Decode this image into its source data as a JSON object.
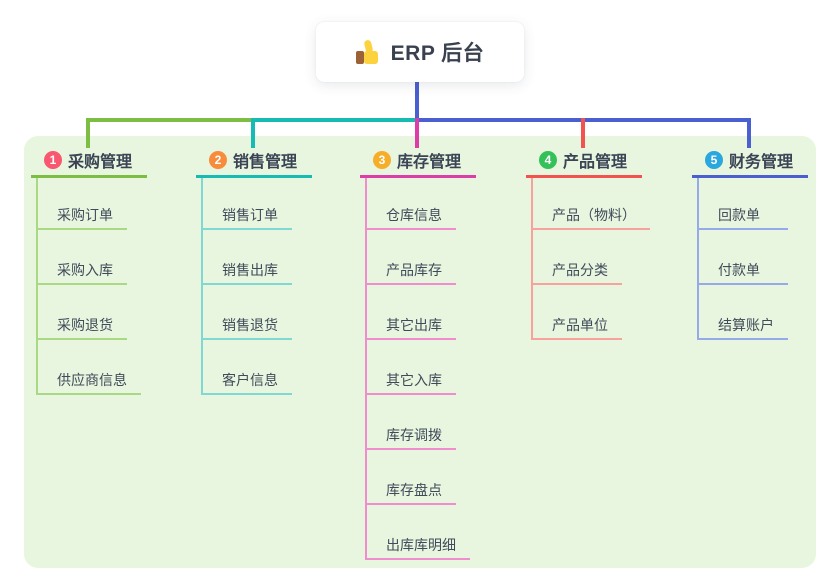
{
  "root": {
    "label": "ERP 后台",
    "icon": "thumbs-up-icon"
  },
  "branches": [
    {
      "badge": "1",
      "label": "采购管理",
      "badge_color": "#f8576f",
      "line_color": "#7cbe41",
      "child_line_color": "#a9d983",
      "children": [
        "采购订单",
        "采购入库",
        "采购退货",
        "供应商信息"
      ]
    },
    {
      "badge": "2",
      "label": "销售管理",
      "badge_color": "#f88c3d",
      "line_color": "#16bcb4",
      "child_line_color": "#7fd8d2",
      "children": [
        "销售订单",
        "销售出库",
        "销售退货",
        "客户信息"
      ]
    },
    {
      "badge": "3",
      "label": "库存管理",
      "badge_color": "#f6ad2a",
      "line_color": "#dd3da6",
      "child_line_color": "#f18ccf",
      "children": [
        "仓库信息",
        "产品库存",
        "其它出库",
        "其它入库",
        "库存调拨",
        "库存盘点",
        "出库库明细"
      ]
    },
    {
      "badge": "4",
      "label": "产品管理",
      "badge_color": "#35c159",
      "line_color": "#f2534e",
      "child_line_color": "#f8a29e",
      "children": [
        "产品（物料）",
        "产品分类",
        "产品单位"
      ]
    },
    {
      "badge": "5",
      "label": "财务管理",
      "badge_color": "#2aa7de",
      "line_color": "#4a5fd0",
      "child_line_color": "#96aae9",
      "children": [
        "回款单",
        "付款单",
        "结算账户"
      ]
    }
  ],
  "colors": {
    "panel_bg": "#e9f6df",
    "root_connector": "#4a5fd0",
    "root_node_bg": "#ffffff",
    "text_dark": "#3a4455"
  }
}
